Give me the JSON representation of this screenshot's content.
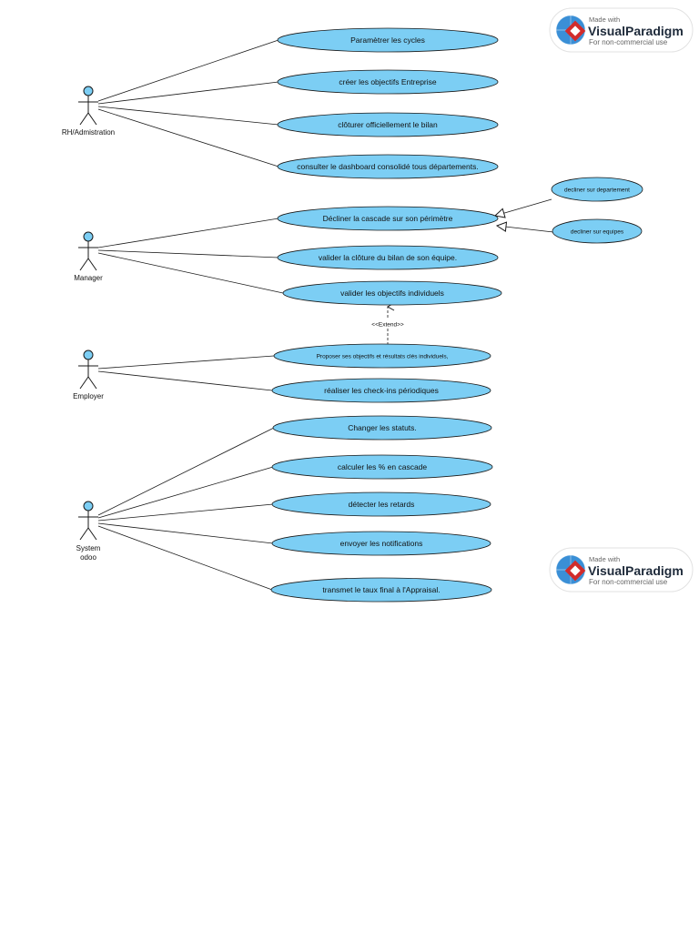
{
  "actors": [
    {
      "id": "rh",
      "label": "RH/Admistration"
    },
    {
      "id": "manager",
      "label": "Manager"
    },
    {
      "id": "employer",
      "label": "Employer"
    },
    {
      "id": "system",
      "label_line1": "System",
      "label_line2": "odoo"
    }
  ],
  "use_cases": {
    "rh": [
      "Paramètrer les cycles",
      "créer les objectifs Entreprise",
      "clôturer officiellement le bilan",
      "consulter le dashboard consolidé tous départements."
    ],
    "manager": [
      "Décliner la cascade sur son périmètre",
      "valider la clôture du bilan de son équipe.",
      "valider les objectifs individuels"
    ],
    "employer": [
      "Proposer ses objectifs et résultats clés individuels,",
      "réaliser les check-ins périodiques"
    ],
    "system": [
      "Changer les statuts.",
      "calculer les % en cascade",
      "détecter les retards",
      "envoyer les notifications",
      "transmet le taux final à l'Appraisal."
    ],
    "generalizations": [
      "decliner sur departement",
      "decliner sur equipes"
    ]
  },
  "extend_label": "<<Extend>>",
  "watermark": {
    "made_with": "Made with",
    "brand": "VisualParadigm",
    "sub": "For non-commercial use"
  },
  "colors": {
    "usecase_fill": "#7ccef4",
    "usecase_stroke": "#1a1a1a",
    "actor_head": "#7ccef4",
    "line": "#1a1a1a"
  }
}
